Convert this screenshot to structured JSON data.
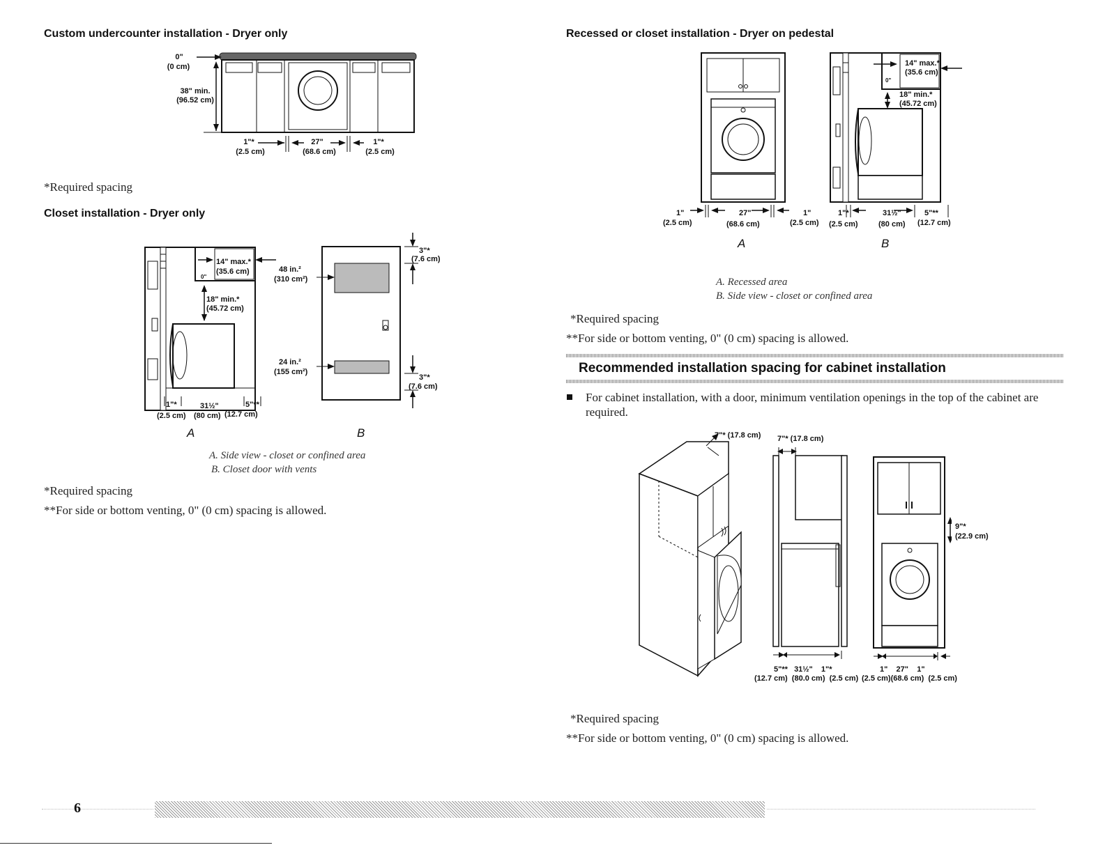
{
  "left": {
    "undercounter": {
      "title": "Custom undercounter installation - Dryer only",
      "dims": {
        "top": "0\"",
        "top_cm": "(0 cm)",
        "height": "38\" min.",
        "height_cm": "(96.52 cm)",
        "left_gap": "1\"*",
        "left_gap_cm": "(2.5 cm)",
        "width": "27\"",
        "width_cm": "(68.6 cm)",
        "right_gap": "1\"*",
        "right_gap_cm": "(2.5 cm)"
      },
      "required": "*Required spacing"
    },
    "closet": {
      "title": "Closet installation - Dryer only",
      "dims": {
        "max14": "14\" max.*",
        "max14_cm": "(35.6 cm)",
        "min18": "18\" min.*",
        "min18_cm": "(45.72 cm)",
        "zero": "0\"",
        "bottom_left": "1\"*",
        "bottom_mid": "31½\"",
        "bottom_right": "5\"**",
        "bottom_left_cm": "(2.5 cm)",
        "bottom_mid_cm": "(80 cm)",
        "bottom_right_cm": "(12.7 cm)",
        "vent_top": "48 in.²",
        "vent_top_cm": "(310 cm²)",
        "vent_bottom": "24 in.²",
        "vent_bottom_cm": "(155 cm²)",
        "door_top": "3\"*",
        "door_top_cm": "(7.6 cm)",
        "door_bottom": "3\"*",
        "door_bottom_cm": "(7.6 cm)"
      },
      "letter_a": "A",
      "letter_b": "B",
      "caption_a": "A. Side view - closet or confined area",
      "caption_b": "B. Closet door with vents",
      "required": "*Required spacing",
      "venting": "**For side or bottom venting, 0\" (0 cm) spacing is allowed."
    }
  },
  "right": {
    "recessed": {
      "title": "Recessed or closet installation - Dryer on pedestal",
      "dims": {
        "a_left": "1\"",
        "a_left_cm": "(2.5 cm)",
        "a_mid": "27\"",
        "a_mid_cm": "(68.6 cm)",
        "a_right": "1\"",
        "a_right_cm": "(2.5 cm)",
        "b_left": "1\"*",
        "b_left_cm": "(2.5 cm)",
        "b_mid": "31½\"",
        "b_mid_cm": "(80 cm)",
        "b_right": "5\"**",
        "b_right_cm": "(12.7 cm)",
        "max14": "14\" max.*",
        "max14_cm": "(35.6 cm)",
        "min18": "18\" min.*",
        "min18_cm": "(45.72 cm)",
        "zero": "0\""
      },
      "letter_a": "A",
      "letter_b": "B",
      "caption_a": "A. Recessed area",
      "caption_b": "B. Side view - closet or confined area",
      "required": "*Required spacing",
      "venting": "**For side or bottom venting, 0\" (0 cm) spacing is allowed."
    },
    "cabinet": {
      "heading": "Recommended installation spacing for cabinet installation",
      "bullet": "For cabinet installation, with a door, minimum ventilation openings in the top of the cabinet are required.",
      "dims": {
        "top_left": "7\"* (17.8 cm)",
        "top_mid": "7\"* (17.8 cm)",
        "nine": "9\"*",
        "nine_cm": "(22.9 cm)",
        "row1": "5\"**   31½\"    1\"*",
        "row1_cm": "(12.7 cm)  (80.0 cm)  (2.5 cm)",
        "row2": "1\"    27\"    1\"",
        "row2_cm": "(2.5 cm)(68.6 cm)  (2.5 cm)"
      },
      "required": "*Required spacing",
      "venting": "**For side or bottom venting, 0\" (0 cm) spacing is allowed."
    }
  },
  "footer": {
    "page": "6"
  }
}
